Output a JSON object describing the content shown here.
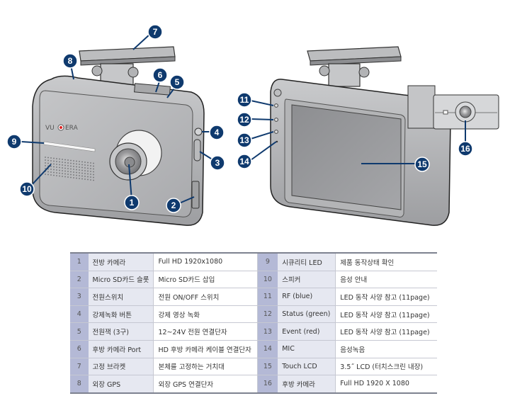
{
  "brand": {
    "logo_text_left": "VU",
    "logo_text_right": "ERA"
  },
  "colors": {
    "callout": "#0f3a6e",
    "table_num_bg": "#b4b9d6",
    "table_name_bg": "#e6e8f1",
    "table_border": "#7e8290"
  },
  "callouts": {
    "c1": "1",
    "c2": "2",
    "c3": "3",
    "c4": "4",
    "c5": "5",
    "c6": "6",
    "c7": "7",
    "c8": "8",
    "c9": "9",
    "c10": "10",
    "c11": "11",
    "c12": "12",
    "c13": "13",
    "c14": "14",
    "c15": "15",
    "c16": "16"
  },
  "parts_table": {
    "rows": [
      {
        "left": {
          "num": "1",
          "name": "전방 카메라",
          "desc": "Full HD 1920x1080"
        },
        "right": {
          "num": "9",
          "name": "시큐리티 LED",
          "desc": "제품 동작상태 확인"
        }
      },
      {
        "left": {
          "num": "2",
          "name": "Micro SD카드 슬롯",
          "desc": "Micro SD카드 삽입"
        },
        "right": {
          "num": "10",
          "name": "스피커",
          "desc": "음성 안내"
        }
      },
      {
        "left": {
          "num": "3",
          "name": "전원스위치",
          "desc": "전원 ON/OFF 스위치"
        },
        "right": {
          "num": "11",
          "name": "RF (blue)",
          "desc": "LED 동작 사양 참고 (11page)"
        }
      },
      {
        "left": {
          "num": "4",
          "name": "강제녹화 버튼",
          "desc": "강제 영상 녹화"
        },
        "right": {
          "num": "12",
          "name": "Status (green)",
          "desc": "LED 동작 사양 참고 (11page)"
        }
      },
      {
        "left": {
          "num": "5",
          "name": "전원잭 (3구)",
          "desc": "12~24V 전원 연결단자"
        },
        "right": {
          "num": "13",
          "name": "Event (red)",
          "desc": "LED 동작 사양 참고 (11page)"
        }
      },
      {
        "left": {
          "num": "6",
          "name": "후방 카메라 Port",
          "desc": "HD 후방 카메라 케이블 연결단자"
        },
        "right": {
          "num": "14",
          "name": "MIC",
          "desc": "음성녹음"
        }
      },
      {
        "left": {
          "num": "7",
          "name": "고정 브라켓",
          "desc": "본체를 고정하는 거치대"
        },
        "right": {
          "num": "15",
          "name": "Touch LCD",
          "desc": "3.5˝ LCD (터치스크린 내장)"
        }
      },
      {
        "left": {
          "num": "8",
          "name": "외장 GPS",
          "desc": "외장 GPS 연결단자"
        },
        "right": {
          "num": "16",
          "name": "후방 카메라",
          "desc": "Full HD 1920 X 1080"
        }
      }
    ]
  }
}
